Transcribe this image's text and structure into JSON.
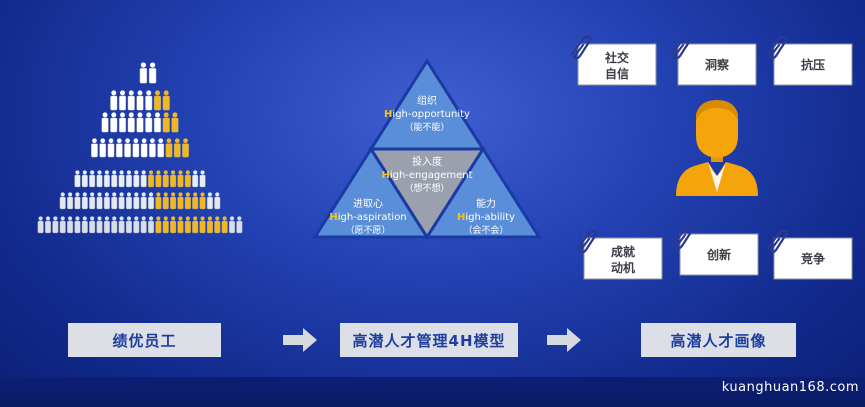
{
  "people_pyramid": {
    "rows": [
      {
        "count": 2,
        "highlight": 0,
        "color": "#ffffff"
      },
      {
        "count": 7,
        "highlight": 2,
        "color": "#ffffff"
      },
      {
        "count": 9,
        "highlight": 2,
        "color": "#ffffff"
      },
      {
        "count": 12,
        "highlight": 3,
        "color": "#ffffff"
      },
      {
        "count": 18,
        "highlight": 6,
        "color": "#e9edf5"
      },
      {
        "count": 22,
        "highlight": 7,
        "color": "#e4e8f1"
      },
      {
        "count": 28,
        "highlight": 10,
        "color": "#d9dee9"
      }
    ],
    "person_color": "#ffffff",
    "highlight_color": "#f3b71f"
  },
  "model": {
    "top": {
      "title": "组织",
      "initial": "H",
      "rest": "igh-opportunity",
      "note": "（能不能）"
    },
    "center": {
      "title": "投入度",
      "initial": "H",
      "rest": "igh-engagement",
      "note": "（想不想）"
    },
    "left": {
      "title": "进取心",
      "initial": "H",
      "rest": "igh-aspiration",
      "note": "（愿不愿）"
    },
    "right": {
      "title": "能力",
      "initial": "H",
      "rest": "igh-ability",
      "note": "（会不会）"
    },
    "initial_color": "#f5c518"
  },
  "traits": {
    "items": [
      {
        "lines": [
          "社交",
          "自信"
        ]
      },
      {
        "lines": [
          "洞察"
        ]
      },
      {
        "lines": [
          "抗压"
        ]
      },
      {
        "lines": [
          "成就",
          "动机"
        ]
      },
      {
        "lines": [
          "创新"
        ]
      },
      {
        "lines": [
          "竞争"
        ]
      }
    ],
    "avatar_color": "#f5a50c"
  },
  "steps": {
    "first": "绩优员工",
    "second": "高潜人才管理4H模型",
    "third": "高潜人才画像"
  },
  "colors": {
    "box": "#dcdfe6",
    "box_text": "#1f3f9e",
    "triangle_light": "#5b8ed8",
    "triangle_center": "#9aa0ad",
    "arrow": "#d7d9df"
  },
  "watermark": "kuanghuan168.com"
}
